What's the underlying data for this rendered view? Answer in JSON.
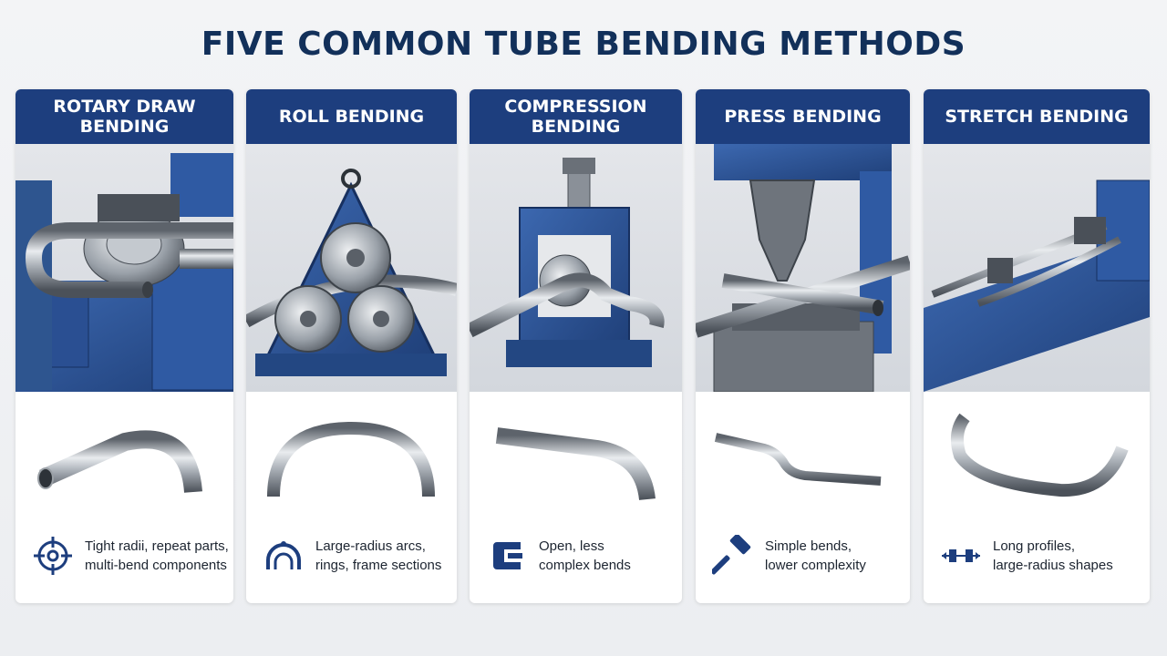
{
  "title": "FIVE COMMON TUBE BENDING METHODS",
  "colors": {
    "header": "#1d3e7e",
    "title": "#12305a",
    "machine_blue": "#2c559b",
    "icon": "#1d3e7e"
  },
  "methods": [
    {
      "name": "ROTARY DRAW BENDING",
      "icon": "target-icon",
      "desc_line1": "Tight radii, repeat parts,",
      "desc_line2": "multi-bend components"
    },
    {
      "name": "ROLL BENDING",
      "icon": "rolls-arc-icon",
      "desc_line1": "Large-radius arcs,",
      "desc_line2": "rings, frame sections"
    },
    {
      "name_line1": "COMPRESSION",
      "name_line2": "BENDING",
      "icon": "clamp-icon",
      "desc_line1": "Open, less",
      "desc_line2": "complex bends"
    },
    {
      "name": "PRESS BENDING",
      "icon": "hammer-icon",
      "desc_line1": "Simple bends,",
      "desc_line2": "lower complexity"
    },
    {
      "name": "STRETCH BENDING",
      "icon": "stretch-arrows-icon",
      "desc_line1": "Long profiles,",
      "desc_line2": "large-radius shapes"
    }
  ]
}
